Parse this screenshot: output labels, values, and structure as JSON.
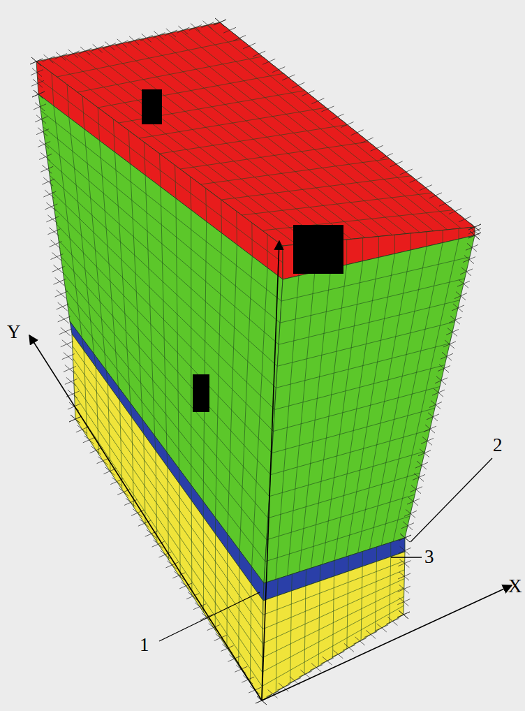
{
  "diagram": {
    "labels": [
      "Y",
      "X",
      "1",
      "2",
      "3"
    ]
  }
}
